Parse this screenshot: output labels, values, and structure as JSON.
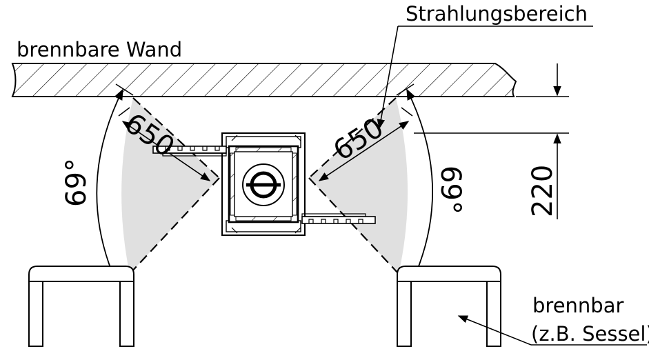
{
  "labels": {
    "wall": "brennbare Wand",
    "radiation_zone": "Strahlungsbereich",
    "combustible": "brennbar",
    "example": "(z.B. Sessel)"
  },
  "dimensions": {
    "left_distance": "650",
    "right_distance": "650",
    "left_angle": "69°",
    "right_angle": "69°",
    "wall_clearance": "220"
  },
  "colors": {
    "zone_fill": "#e0e0e0",
    "line": "#000000",
    "background": "#ffffff"
  }
}
